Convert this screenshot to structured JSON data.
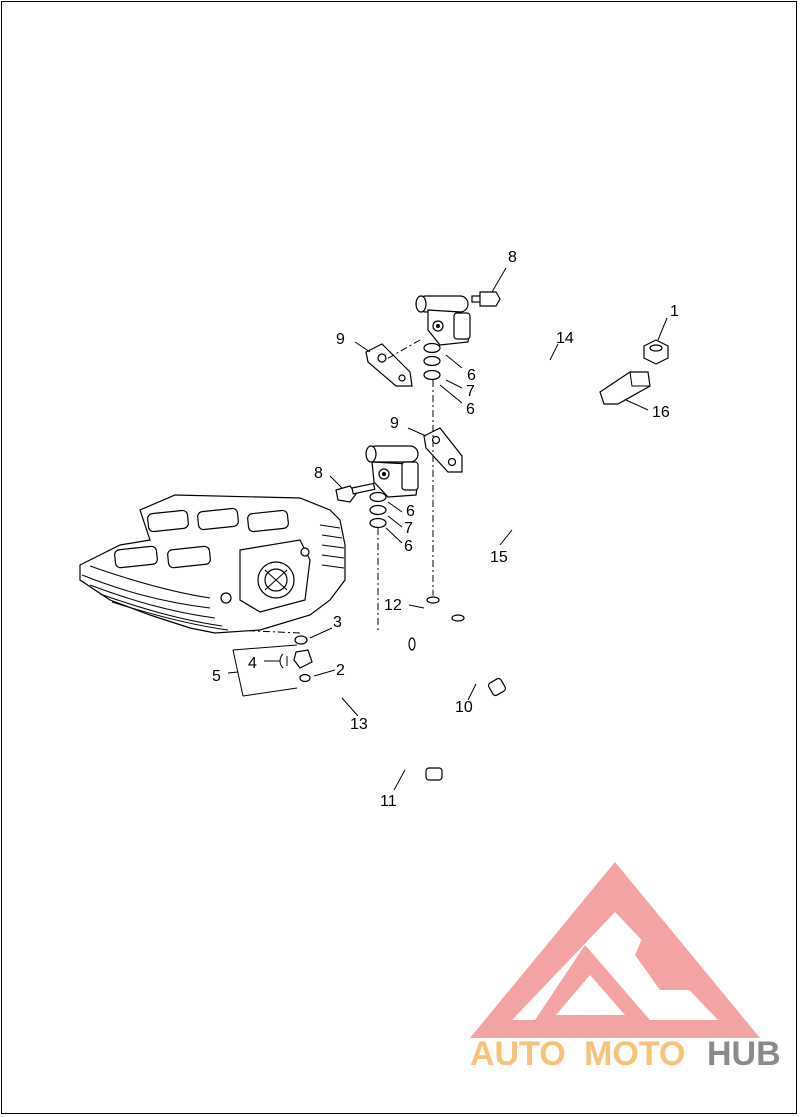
{
  "callouts": {
    "c1": "1",
    "c2": "2",
    "c3": "3",
    "c4": "4",
    "c5": "5",
    "c6a": "6",
    "c6b": "6",
    "c6c": "6",
    "c6d": "6",
    "c7a": "7",
    "c7b": "7",
    "c8a": "8",
    "c8b": "8",
    "c9a": "9",
    "c9b": "9",
    "c10": "10",
    "c11": "11",
    "c12": "12",
    "c13": "13",
    "c14": "14",
    "c15": "15",
    "c16": "16"
  },
  "watermark": {
    "part1": "AUTO",
    "part2": "MOTO",
    "part3": "HUB",
    "logo_color": "#f29a9a",
    "text_color_accent": "#f7c27a",
    "text_color_dark": "#8a8a8a"
  }
}
